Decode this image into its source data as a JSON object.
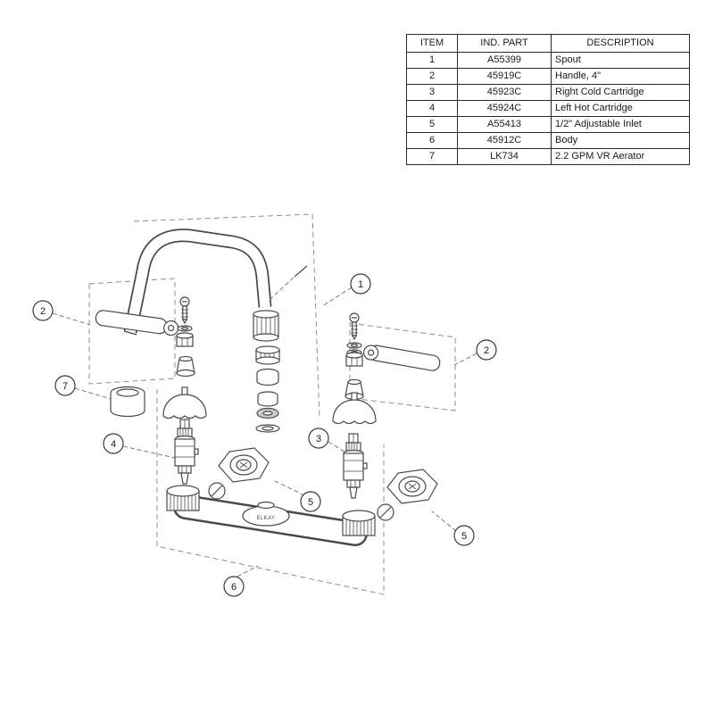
{
  "table": {
    "headers": [
      "ITEM",
      "IND. PART",
      "DESCRIPTION"
    ],
    "rows": [
      [
        "1",
        "A55399",
        "Spout"
      ],
      [
        "2",
        "45919C",
        "Handle, 4\""
      ],
      [
        "3",
        "45923C",
        "Right Cold Cartridge"
      ],
      [
        "4",
        "45924C",
        "Left Hot Cartridge"
      ],
      [
        "5",
        "A55413",
        "1/2\" Adjustable Inlet"
      ],
      [
        "6",
        "45912C",
        "Body"
      ],
      [
        "7",
        "LK734",
        "2.2 GPM VR Aerator"
      ]
    ]
  },
  "callouts": [
    {
      "label": "2"
    },
    {
      "label": "7"
    },
    {
      "label": "4"
    },
    {
      "label": "1"
    },
    {
      "label": "2"
    },
    {
      "label": "3"
    },
    {
      "label": "5"
    },
    {
      "label": "5"
    },
    {
      "label": "6"
    }
  ],
  "diagram": {
    "brand_label": "ELKAY",
    "line_color": "#4a4a4a",
    "dash_color": "#8e8e8e"
  }
}
